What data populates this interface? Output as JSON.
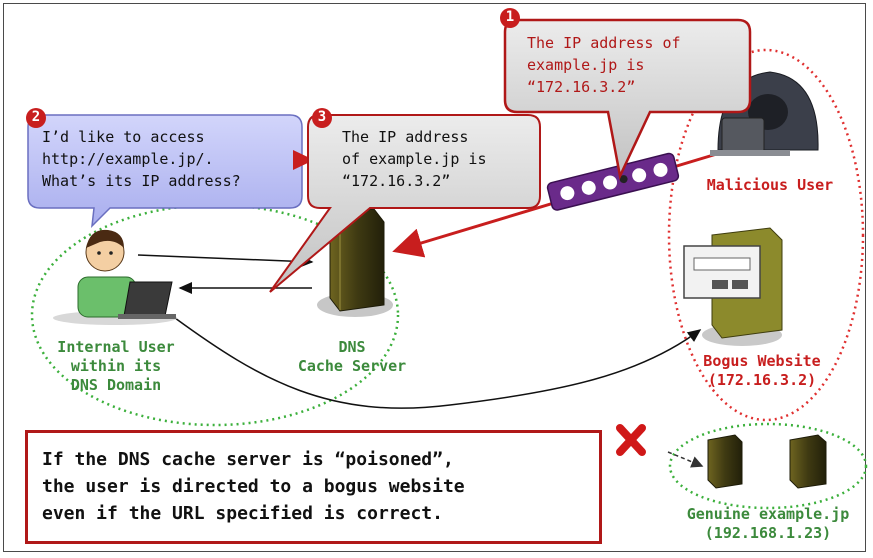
{
  "bubbles": {
    "step1": {
      "number": "1",
      "text": "The IP address of\nexample.jp is\n“172.16.3.2”"
    },
    "step2": {
      "number": "2",
      "text": "I’d like to access\nhttp://example.jp/.\nWhat’s its IP address?"
    },
    "step3": {
      "number": "3",
      "text": "The IP address\nof example.jp is\n“172.16.3.2”"
    }
  },
  "labels": {
    "internal_user": "Internal User\nwithin its\nDNS Domain",
    "dns_server": "DNS\nCache Server",
    "malicious_user": "Malicious User",
    "bogus_website": "Bogus Website\n(172.16.3.2)",
    "genuine": "Genuine example.jp\n(192.168.1.23)"
  },
  "note": "If the DNS cache server is “poisoned”,\nthe user is directed to a bogus website\neven if the URL specified is correct.",
  "colors": {
    "danger": "#c81e1e",
    "trusted": "#3c8a3c",
    "bubble_purple": "#b9bdf2",
    "bubble_gray": "#d6d6d6",
    "attack_bar": "#6a2a8a"
  },
  "icons": [
    "user-with-laptop-icon",
    "server-icon",
    "hooded-hacker-icon",
    "bogus-web-server-icon",
    "genuine-server-icon",
    "skull-icon",
    "cross-mark-icon"
  ]
}
